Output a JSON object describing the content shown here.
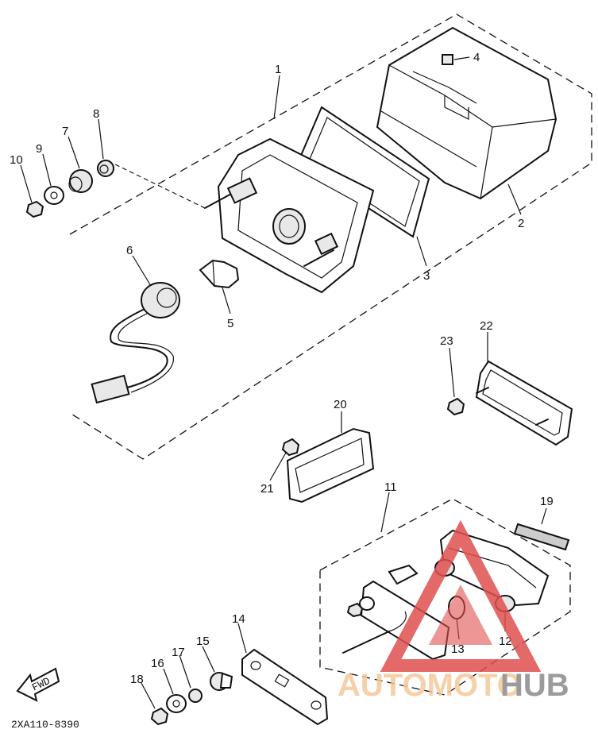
{
  "diagram_code": "2XA110-8390",
  "fwd_label": "FWD",
  "watermark": {
    "brand_part1": "AUTOMOTO",
    "brand_part2": "HUB",
    "colors": {
      "triangle": "#e05050",
      "part1": "#f4c89a",
      "part2": "#8a8a8a"
    }
  },
  "callouts": {
    "c1": "1",
    "c2": "2",
    "c3": "3",
    "c4": "4",
    "c5": "5",
    "c6": "6",
    "c7": "7",
    "c8": "8",
    "c9": "9",
    "c10": "10",
    "c11": "11",
    "c12": "12",
    "c13": "13",
    "c14": "14",
    "c15": "15",
    "c16": "16",
    "c17": "17",
    "c18": "18",
    "c19": "19",
    "c20": "20",
    "c21": "21",
    "c22": "22",
    "c23": "23"
  }
}
